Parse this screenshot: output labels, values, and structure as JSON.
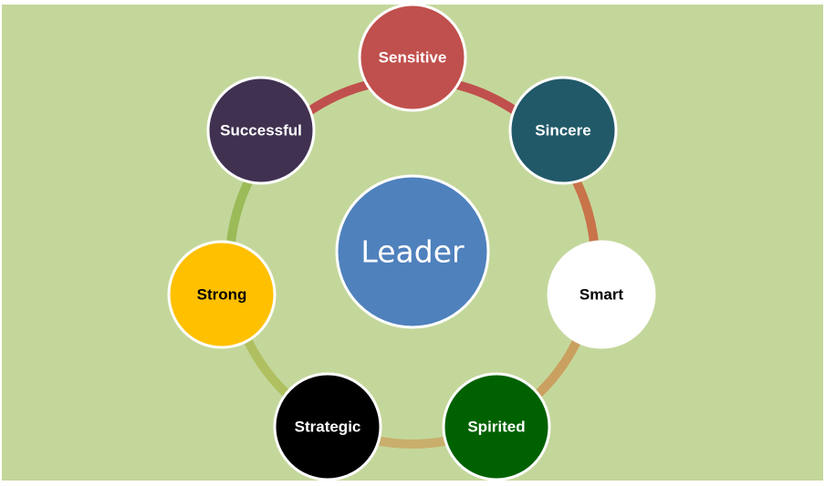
{
  "diagram": {
    "center": {
      "label": "Leader",
      "color": "#4F81BD"
    },
    "nodes": [
      {
        "label": "Sensitive",
        "fill": "#C0504D",
        "text_color": "#ffffff",
        "ring_color": "#C0504D"
      },
      {
        "label": "Sincere",
        "fill": "#215968",
        "text_color": "#ffffff",
        "ring_color": "#C0504D"
      },
      {
        "label": "Smart",
        "fill": "#ffffff",
        "text_color": "#000000",
        "ring_color": "#C8734A"
      },
      {
        "label": "Spirited",
        "fill": "#006100",
        "text_color": "#ffffff",
        "ring_color": "#C9A060"
      },
      {
        "label": "Strategic",
        "fill": "#000000",
        "text_color": "#ffffff",
        "ring_color": "#C9AE6C"
      },
      {
        "label": "Strong",
        "fill": "#FFC000",
        "text_color": "#000000",
        "ring_color": "#B0C060"
      },
      {
        "label": "Successful",
        "fill": "#403151",
        "text_color": "#ffffff",
        "ring_color": "#9BBB59"
      }
    ],
    "background_color": "#C4D79B"
  }
}
